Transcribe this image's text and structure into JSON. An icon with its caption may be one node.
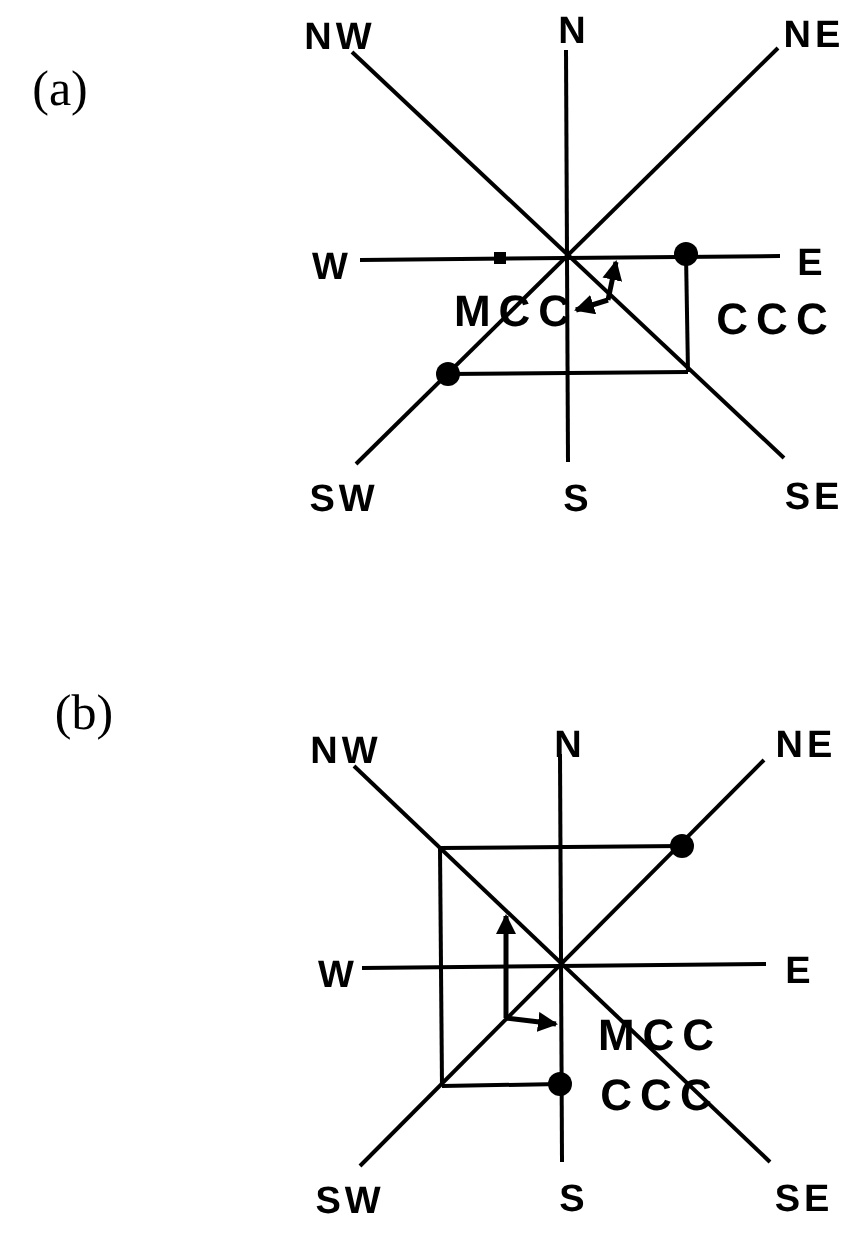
{
  "diagram": {
    "labels": [
      "(a)",
      "NW",
      "N",
      "NE",
      "W",
      "E",
      "MCC",
      "CCC",
      "SW",
      "S",
      "SE",
      "(b)",
      "NW",
      "N",
      "NE",
      "W",
      "E",
      "MCC",
      "CCC",
      "SW",
      "S",
      "SE"
    ]
  }
}
